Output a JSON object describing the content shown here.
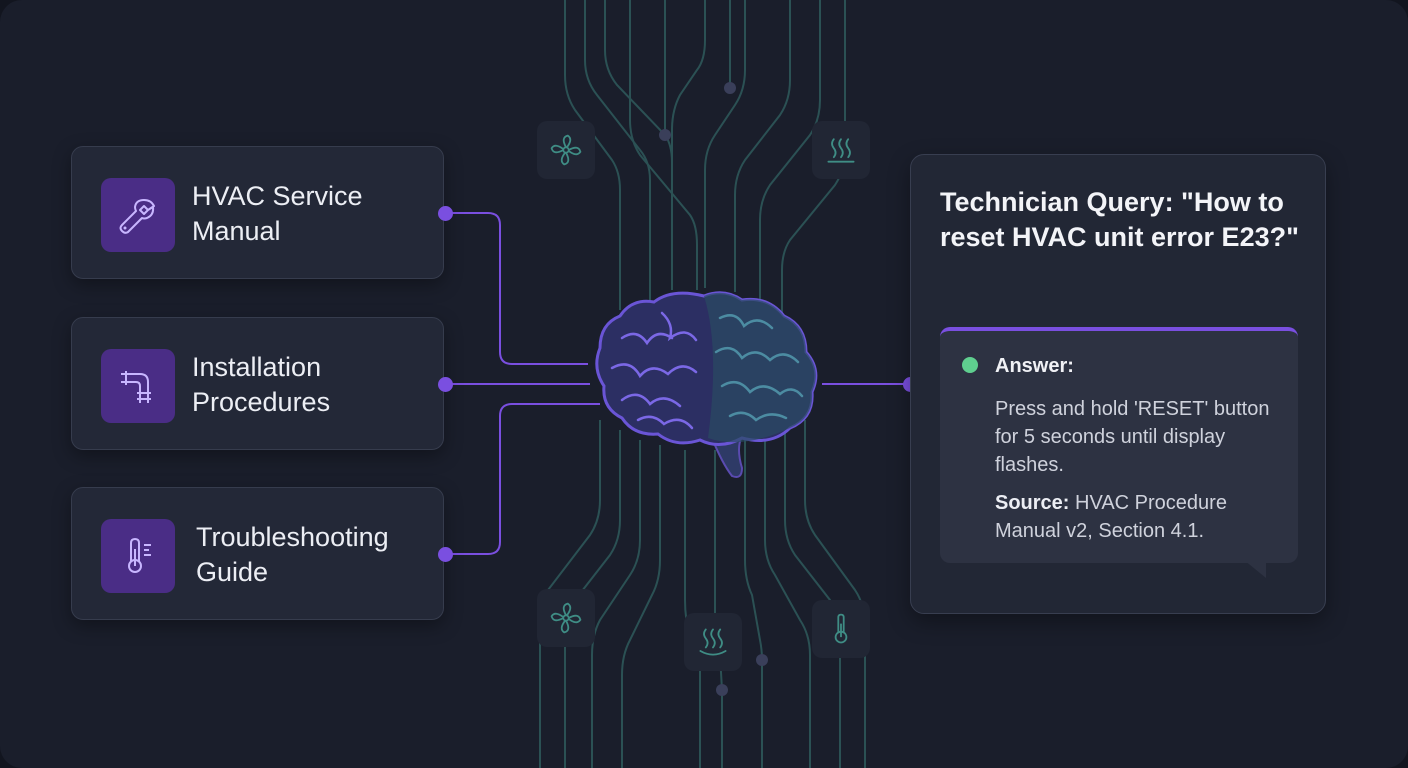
{
  "sources": [
    {
      "label": "HVAC Service Manual",
      "icon": "wrench-icon"
    },
    {
      "label": "Installation Procedures",
      "icon": "pipe-icon"
    },
    {
      "label": "Troubleshooting Guide",
      "icon": "thermometer-icon"
    }
  ],
  "center": {
    "icon": "brain-icon"
  },
  "decor_icons": [
    "fan-icon",
    "heat-waves-icon",
    "fan-icon",
    "heat-waves-icon",
    "thermometer-icon"
  ],
  "query": {
    "text": "Technician Query: \"How to reset HVAC unit error E23?\""
  },
  "answer": {
    "heading": "Answer:",
    "body": "Press and hold 'RESET' button for 5 seconds until display flashes.",
    "source_label": "Source:",
    "source_text": " HVAC Procedure Manual v2, Section 4.1."
  },
  "colors": {
    "background": "#1a1e2b",
    "card": "#232837",
    "accent": "#7a4fe0",
    "icon_tile": "#4a2d86",
    "status": "#5fcf8f",
    "circuit": "#2f5a5c"
  }
}
